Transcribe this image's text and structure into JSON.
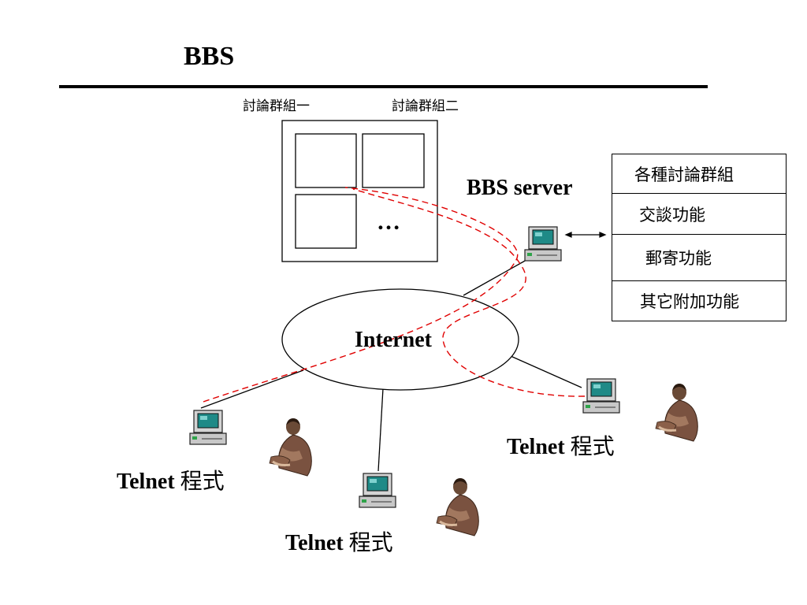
{
  "title": "BBS",
  "board": {
    "group_labels": [
      "討論群組一",
      "討論群組二"
    ],
    "more": "…"
  },
  "server": {
    "label": "BBS server",
    "features": [
      "各種討論群組",
      "交談功能",
      "郵寄功能",
      "其它附加功能"
    ]
  },
  "network": {
    "label": "Internet"
  },
  "clients": [
    {
      "name": "Telnet",
      "suffix": "程式"
    },
    {
      "name": "Telnet",
      "suffix": "程式"
    },
    {
      "name": "Telnet",
      "suffix": "程式"
    }
  ],
  "colors": {
    "connection_dashed": "#e00000",
    "line": "#000000",
    "monitor_screen": "#1f8a87",
    "computer_body": "#cfcfcf"
  },
  "icons": [
    "computer-icon",
    "user-person-icon",
    "bidirectional-arrow-icon"
  ]
}
